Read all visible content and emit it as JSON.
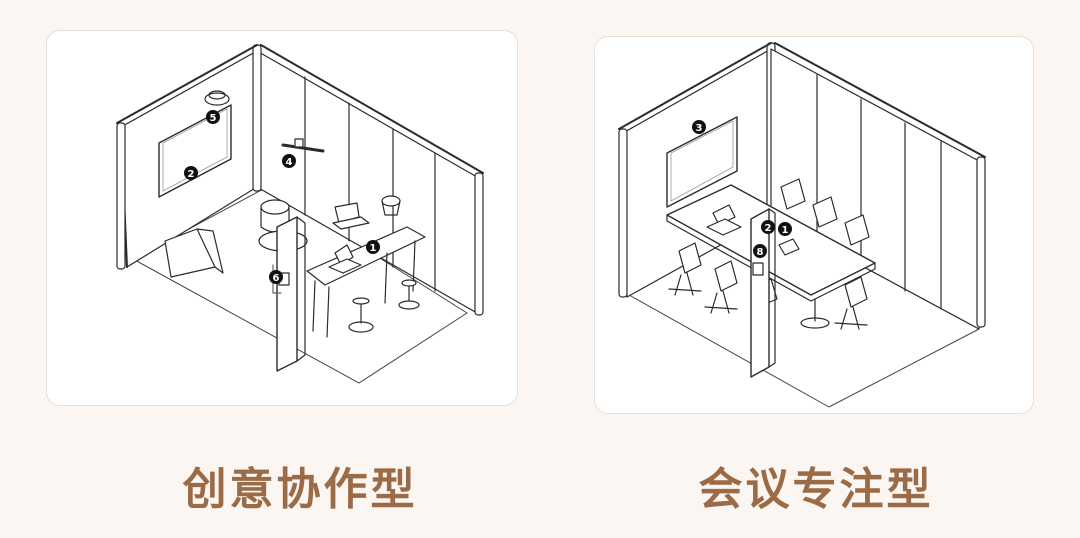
{
  "layouts": [
    {
      "title": "创意协作型",
      "callouts": [
        "❶",
        "❷",
        "❹",
        "❺",
        "❻"
      ]
    },
    {
      "title": "会议专注型",
      "callouts": [
        "❶",
        "❷",
        "❸",
        "❽"
      ]
    }
  ],
  "colors": {
    "background": "#fbf6f1",
    "card": "#ffffff",
    "caption": "#9b6a46",
    "line": "#2b2b2b"
  }
}
